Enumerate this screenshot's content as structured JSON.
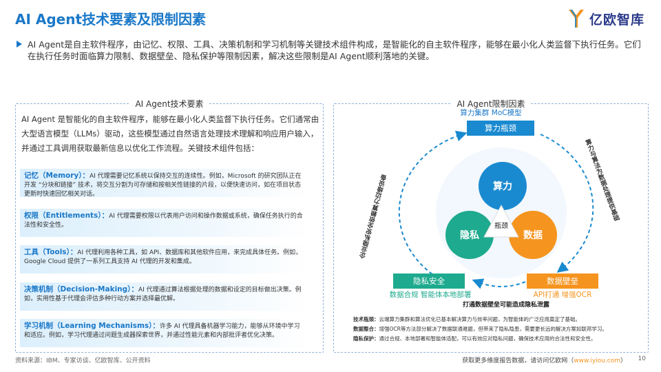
{
  "title": "AI Agent技术要素及限制因素",
  "logo": {
    "text": "亿欧智库"
  },
  "intro": "AI Agent是自主软件程序，由记忆、权限、工具、决策机制和学习机制等关键技术组件构成，是智能化的自主软件程序，能够在最小化人类监督下执行任务。它们在执行任务时面临算力限制、数据壁垒、隐私保护等限制因素，解决这些限制是AI Agent顺利落地的关键。",
  "left": {
    "title": "AI Agent技术要素",
    "intro": "AI Agent 是智能化的自主软件程序，能够在最小化人类监督下执行任务。它们通常由大型语言模型（LLMs）驱动，这些模型通过自然语言处理技术理解和响应用户输入，并通过工具调用获取最新信息以优化工作流程。关键技术组件包括：",
    "items": [
      {
        "head": "记忆（Memory）：",
        "body": "AI 代理需要记忆系统以保持交互的连续性。例如，Microsoft 的研究团队正在开发 “分块和链接” 技术，将交互分割为可存储和按相关性链接的片段，以便快速访问，如在项目状态更新时快速回忆相关对话。"
      },
      {
        "head": "权限（Entitlements）：",
        "body": "AI 代理需要权限以代表用户访问和操作数据或系统，确保任务执行的合法性和安全性。"
      },
      {
        "head": "工具（Tools）：",
        "body": "AI 代理利用各种工具，如 API、数据库和其他软件应用，来完成具体任务。例如，Google Cloud 提供了一系列工具支持 AI 代理的开发和集成。"
      },
      {
        "head": "决策机制（Decision-Making）：",
        "body": "AI 代理通过算法根据处理的数据和设定的目标做出决策。例如，实用性基于代理会评估多种行动方案并选择最优解。"
      },
      {
        "head": "学习机制（Learning Mechanisms）：",
        "body": "许多 AI 代理具备机器学习能力，能够从环境中学习和适应。例如，学习代理通过问题生成器探索世界，并通过性能元素和内部批评者优化决策。"
      }
    ]
  },
  "right": {
    "title": "AI Agent限制因素",
    "subtitle": "算力集群 MoC模型",
    "box_top": "算力瓶颈",
    "box_left": "隐私安全",
    "box_right": "数据壁垒",
    "circle_top": "算力",
    "circle_left": "隐私",
    "circle_right": "数据",
    "center": "瓶颈",
    "cap_left": "数据合规 智能体本地部署",
    "cap_right": "API打通 增强OCR",
    "cap_bottom": "打通数据壁垒可能造成隐私泄露",
    "arc_left": "企业隐私安全依赖算力边缘设备",
    "arc_right": "算力与算法为数据处理提供基础",
    "notes": [
      {
        "k": "技术瓶颈：",
        "v": "云端算力集群和算法优化已基本解决算力与效率问题，为智能体的广泛应用奠定了基础。"
      },
      {
        "k": "数据整合：",
        "v": "增强OCR等方法部分解决了数据联通难题，但带来了隐私隐患，需要更长远的解决方案如联邦学习。"
      },
      {
        "k": "隐私保护：",
        "v": "通过合规、本地部署和智能体适配，可以有效应对隐私问题，确保技术应用的合法性和安全性。"
      }
    ]
  },
  "footer": {
    "source": "资料来源：IBM、专家访谈、亿欧智库、公开资料",
    "right_prefix": "获取更多维度报告数据，请访问亿欧网（",
    "url": "www.iyiou.com",
    "right_suffix": "）",
    "page": "10"
  },
  "colors": {
    "blue": "#1a8ad0",
    "green": "#1eaa8e",
    "orange": "#f5941e",
    "title_blue": "#1a78c8"
  }
}
